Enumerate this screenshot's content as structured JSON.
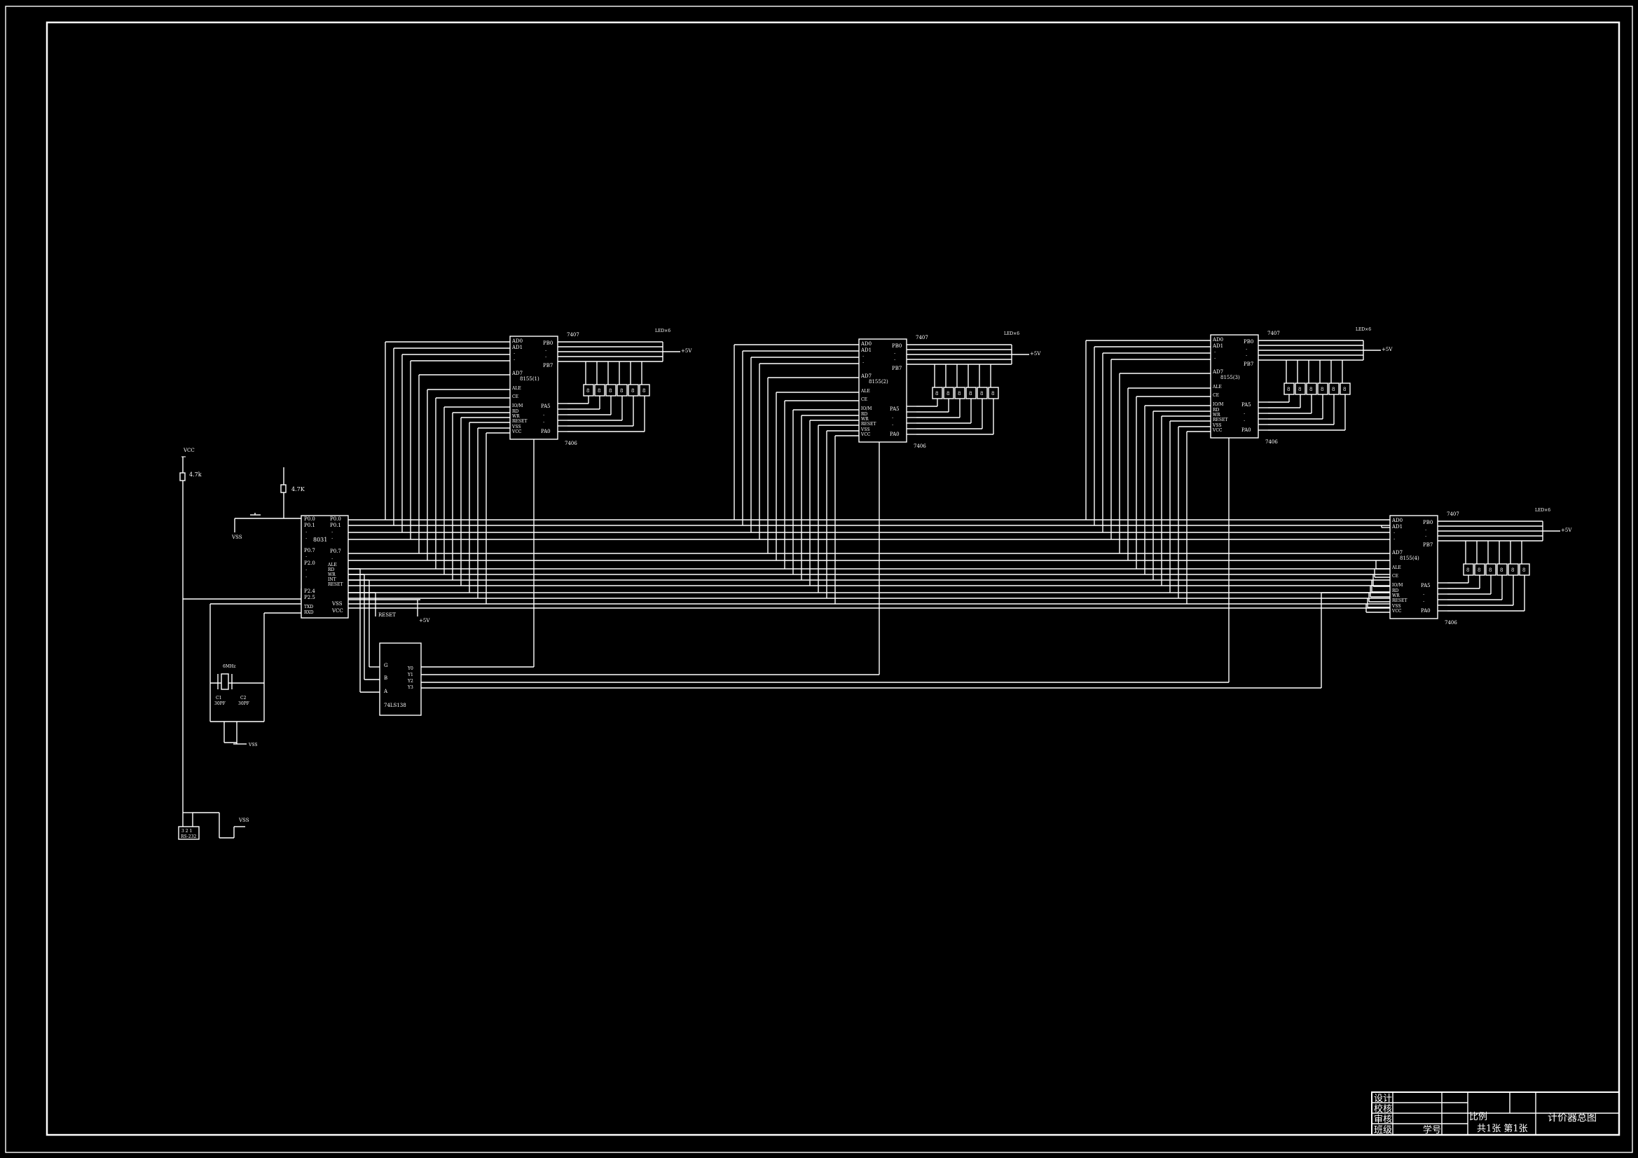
{
  "labels": {
    "vcc_top": "VCC",
    "r1": "4.7k",
    "r2": "4.7K",
    "vss_reset": "VSS",
    "reset_net": "RESET",
    "plus5v": "+5V",
    "xtal": "6MHz",
    "c1": "C1",
    "c1v": "30PF",
    "c2": "C2",
    "c2v": "30PF",
    "vss_xtal": "VSS",
    "vss_bottom": "VSS",
    "conn_pins": "3 2 1",
    "conn_name": "RS-232"
  },
  "mcu": {
    "name": "8031",
    "left_pins": [
      "P0.0",
      "P0.1",
      "·",
      "·",
      "P0.7",
      "·",
      "P2.0",
      "·",
      "·",
      "P2.4",
      "P2.5",
      "TXD",
      "RXD"
    ],
    "right_pins": [
      "P0.0",
      "P0.1",
      "·",
      "·",
      "P0.7",
      "·",
      "ALE",
      "RD",
      "WR",
      "INT",
      "RESET",
      "VSS",
      "VCC"
    ]
  },
  "decoder": {
    "name": "74LS138",
    "inputs": [
      "G",
      "B",
      "A"
    ],
    "outputs": [
      "Y0",
      "Y1",
      "Y2",
      "Y3"
    ]
  },
  "chips": [
    {
      "name": "8155(1)",
      "left_pins": [
        "AD0",
        "AD1",
        "·",
        "·",
        "AD7",
        "ALE",
        "CE",
        "IO/M",
        "RD",
        "WR",
        "RESET",
        "VSS",
        "VCC"
      ],
      "right_pins": [
        "PB0",
        "·",
        "·",
        "PB7",
        "PA5",
        "·",
        "·",
        "PA0"
      ],
      "buf_top": "7407",
      "buf_bottom": "7406",
      "display": "LED×6",
      "supply": "+5V",
      "digits": [
        "8",
        "8",
        "8",
        "8",
        "8",
        "8"
      ]
    },
    {
      "name": "8155(2)",
      "left_pins": [
        "AD0",
        "AD1",
        "·",
        "·",
        "AD7",
        "ALE",
        "CE",
        "IO/M",
        "RD",
        "WR",
        "RESET",
        "VSS",
        "VCC"
      ],
      "right_pins": [
        "PB0",
        "·",
        "·",
        "PB7",
        "PA5",
        "·",
        "·",
        "PA0"
      ],
      "buf_top": "7407",
      "buf_bottom": "7406",
      "display": "LED×6",
      "supply": "+5V",
      "digits": [
        "8",
        "8",
        "8",
        "8",
        "8",
        "8"
      ]
    },
    {
      "name": "8155(3)",
      "left_pins": [
        "AD0",
        "AD1",
        "·",
        "·",
        "AD7",
        "ALE",
        "CE",
        "IO/M",
        "RD",
        "WR",
        "RESET",
        "VSS",
        "VCC"
      ],
      "right_pins": [
        "PB0",
        "·",
        "·",
        "PB7",
        "PA5",
        "·",
        "·",
        "PA0"
      ],
      "buf_top": "7407",
      "buf_bottom": "7406",
      "display": "LED×6",
      "supply": "+5V",
      "digits": [
        "8",
        "8",
        "8",
        "8",
        "8",
        "8"
      ]
    },
    {
      "name": "8155(4)",
      "left_pins": [
        "AD0",
        "AD1",
        "·",
        "·",
        "AD7",
        "ALE",
        "CE",
        "IO/M",
        "RD",
        "WR",
        "RESET",
        "VSS",
        "VCC"
      ],
      "right_pins": [
        "PB0",
        "·",
        "·",
        "PB7",
        "PA5",
        "·",
        "·",
        "PA0"
      ],
      "buf_top": "7407",
      "buf_bottom": "7406",
      "display": "LED×6",
      "supply": "+5V",
      "digits": [
        "8",
        "8",
        "8",
        "8",
        "8",
        "8"
      ]
    }
  ],
  "title_block": {
    "roles": [
      "设计",
      "校核",
      "审核",
      "班级"
    ],
    "seq_label": "学号",
    "scale_label": "比例",
    "sheets": "共1张  第1张",
    "drawing_title": "计价器总图"
  }
}
